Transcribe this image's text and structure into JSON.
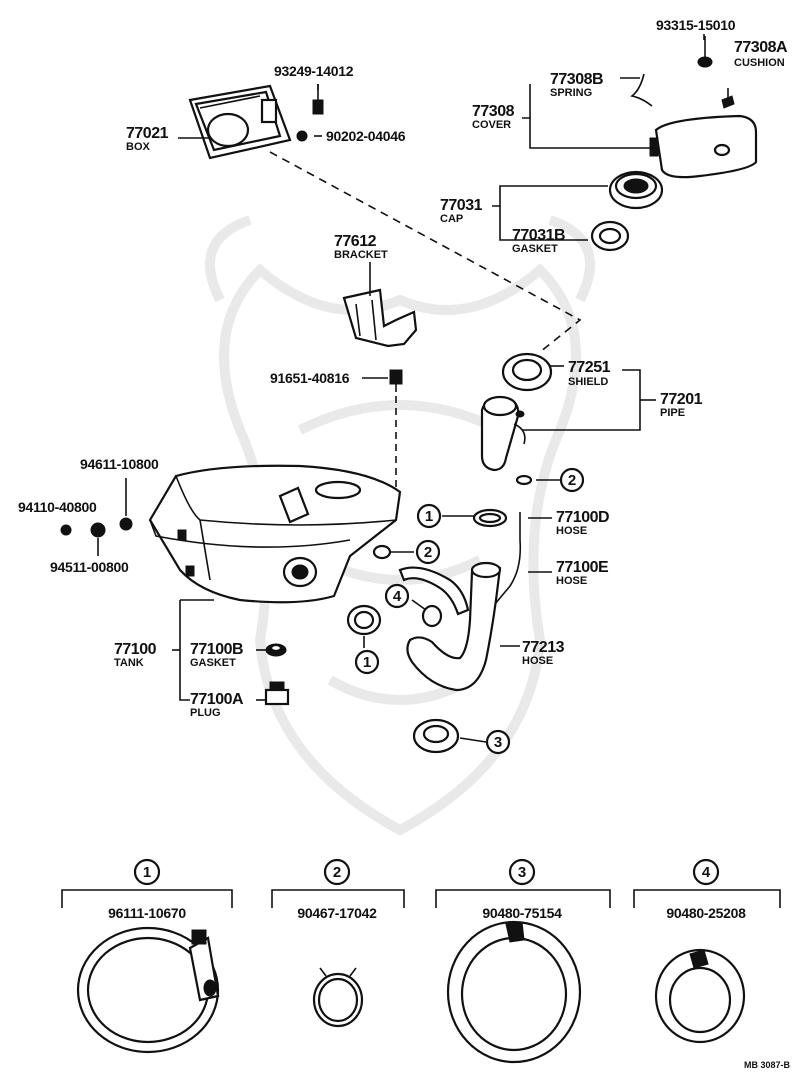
{
  "labels": {
    "p93315": {
      "code": "93315-15010",
      "name": ""
    },
    "p77308A": {
      "code": "77308A",
      "name": "CUSHION"
    },
    "p77308B": {
      "code": "77308B",
      "name": "SPRING"
    },
    "p77308": {
      "code": "77308",
      "name": "COVER"
    },
    "p93249": {
      "code": "93249-14012",
      "name": ""
    },
    "p77021": {
      "code": "77021",
      "name": "BOX"
    },
    "p90202": {
      "code": "90202-04046",
      "name": ""
    },
    "p77031": {
      "code": "77031",
      "name": "CAP"
    },
    "p77031B": {
      "code": "77031B",
      "name": "GASKET"
    },
    "p77612": {
      "code": "77612",
      "name": "BRACKET"
    },
    "p91651": {
      "code": "91651-40816",
      "name": ""
    },
    "p77251": {
      "code": "77251",
      "name": "SHIELD"
    },
    "p77201": {
      "code": "77201",
      "name": "PIPE"
    },
    "p94611": {
      "code": "94611-10800",
      "name": ""
    },
    "p94110": {
      "code": "94110-40800",
      "name": ""
    },
    "p94511": {
      "code": "94511-00800",
      "name": ""
    },
    "p77100D": {
      "code": "77100D",
      "name": "HOSE"
    },
    "p77100E": {
      "code": "77100E",
      "name": "HOSE"
    },
    "p77100": {
      "code": "77100",
      "name": "TANK"
    },
    "p77100B": {
      "code": "77100B",
      "name": "GASKET"
    },
    "p77213": {
      "code": "77213",
      "name": "HOSE"
    },
    "p77100A": {
      "code": "77100A",
      "name": "PLUG"
    }
  },
  "callouts": [
    "1",
    "2",
    "3",
    "4"
  ],
  "legend": [
    {
      "ref": "1",
      "part": "96111-10670"
    },
    {
      "ref": "2",
      "part": "90467-17042"
    },
    {
      "ref": "3",
      "part": "90480-75154"
    },
    {
      "ref": "4",
      "part": "90480-25208"
    }
  ],
  "footer_code": "MB 3087-B"
}
